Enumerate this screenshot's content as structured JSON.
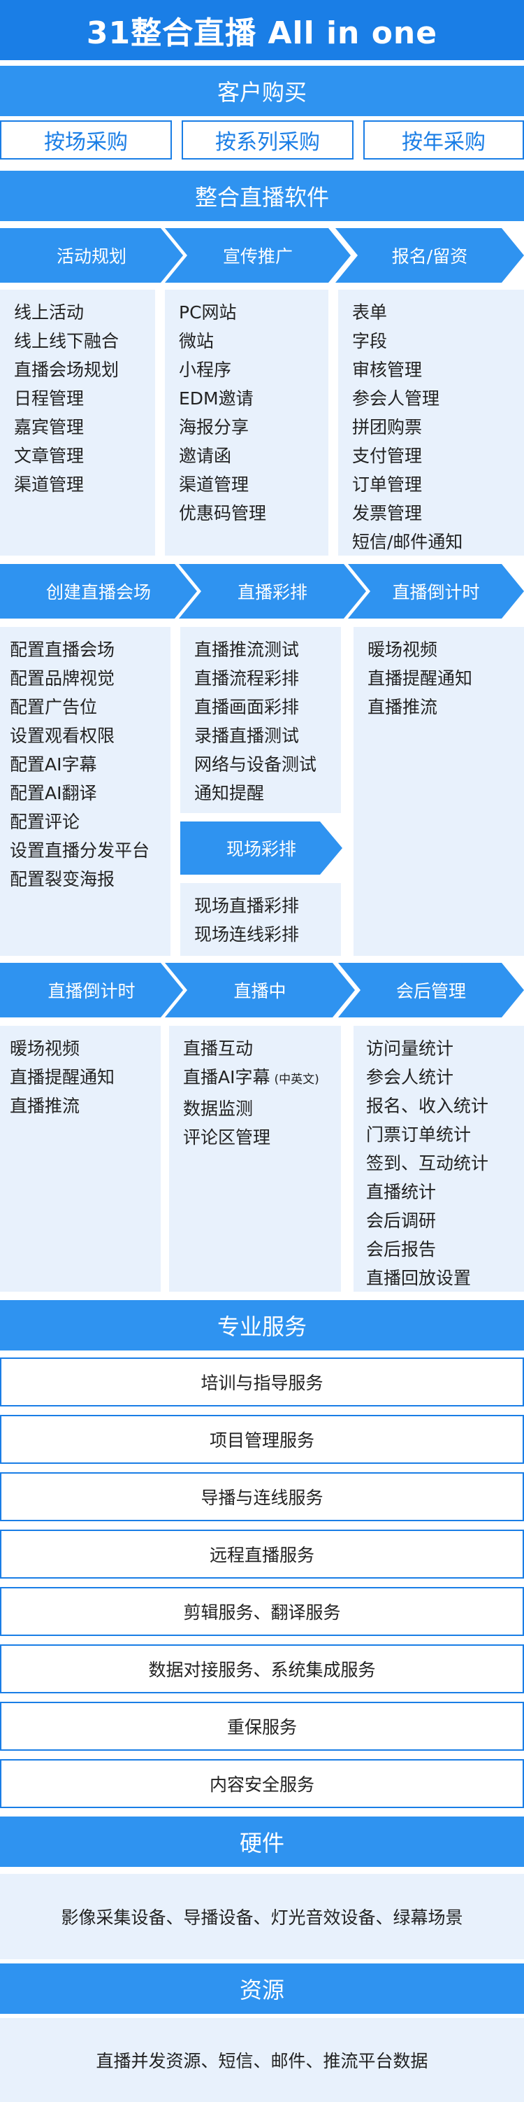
{
  "title": "31整合直播 All in one",
  "purchase": {
    "heading": "客户购买",
    "options": [
      "按场采购",
      "按系列采购",
      "按年采购"
    ]
  },
  "software": {
    "heading": "整合直播软件",
    "row1": {
      "steps": [
        "活动规划",
        "宣传推广",
        "报名/留资"
      ],
      "lists": [
        [
          "线上活动",
          "线上线下融合",
          "直播会场规划",
          "日程管理",
          "嘉宾管理",
          "文章管理",
          "渠道管理"
        ],
        [
          "PC网站",
          "微站",
          "小程序",
          "EDM邀请",
          "海报分享",
          "邀请函",
          "渠道管理",
          "优惠码管理"
        ],
        [
          "表单",
          "字段",
          "审核管理",
          "参会人管理",
          "拼团购票",
          "支付管理",
          "订单管理",
          "发票管理",
          "短信/邮件通知"
        ]
      ]
    },
    "row2": {
      "steps": [
        "创建直播会场",
        "直播彩排",
        "直播倒计时"
      ],
      "lists": [
        [
          "配置直播会场",
          "配置品牌视觉",
          "配置广告位",
          "设置观看权限",
          "配置AI字幕",
          "配置AI翻译",
          "配置评论",
          "设置直播分发平台",
          "配置裂变海报"
        ],
        [
          "直播推流测试",
          "直播流程彩排",
          "直播画面彩排",
          "录播直播测试",
          "网络与设备测试",
          "通知提醒"
        ],
        [
          "暖场视频",
          "直播提醒通知",
          "直播推流"
        ]
      ],
      "sub_step": "现场彩排",
      "sub_list": [
        "现场直播彩排",
        "现场连线彩排"
      ]
    },
    "row3": {
      "steps": [
        "直播倒计时",
        "直播中",
        "会后管理"
      ],
      "lists": [
        [
          "暖场视频",
          "直播提醒通知",
          "直播推流"
        ],
        [
          "直播互动",
          "直播AI字幕",
          "数据监测",
          "评论区管理"
        ],
        [
          "访问量统计",
          "参会人统计",
          "报名、收入统计",
          "门票订单统计",
          "签到、互动统计",
          "直播统计",
          "会后调研",
          "会后报告",
          "直播回放设置"
        ]
      ],
      "ai_note": "(中英文)"
    }
  },
  "services": {
    "heading": "专业服务",
    "items": [
      "培训与指导服务",
      "项目管理服务",
      "导播与连线服务",
      "远程直播服务",
      "剪辑服务、翻译服务",
      "数据对接服务、系统集成服务",
      "重保服务",
      "内容安全服务"
    ]
  },
  "hardware": {
    "heading": "硬件",
    "text": "影像采集设备、导播设备、灯光音效设备、绿幕场景"
  },
  "resources": {
    "heading": "资源",
    "text": "直播并发资源、短信、邮件、推流平台数据"
  },
  "colors": {
    "primary": "#1a7ee6",
    "section": "#2f93f0",
    "panel": "#e8f1fc"
  }
}
